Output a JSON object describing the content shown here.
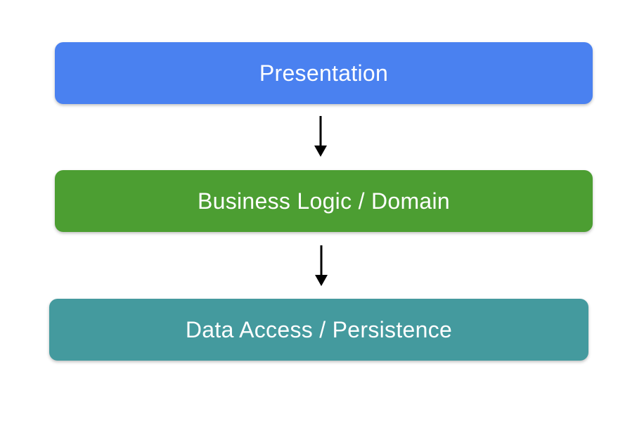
{
  "diagram": {
    "layers": [
      {
        "label": "Presentation",
        "color": "#4a81f0"
      },
      {
        "label": "Business Logic / Domain",
        "color": "#4c9e32"
      },
      {
        "label": "Data Access / Persistence",
        "color": "#449a9e"
      }
    ],
    "text_color": "#ffffff",
    "arrow_color": "#000000",
    "background_color": "#ffffff",
    "icons": {
      "arrow_1": "down-arrow-icon",
      "arrow_2": "down-arrow-icon"
    }
  }
}
